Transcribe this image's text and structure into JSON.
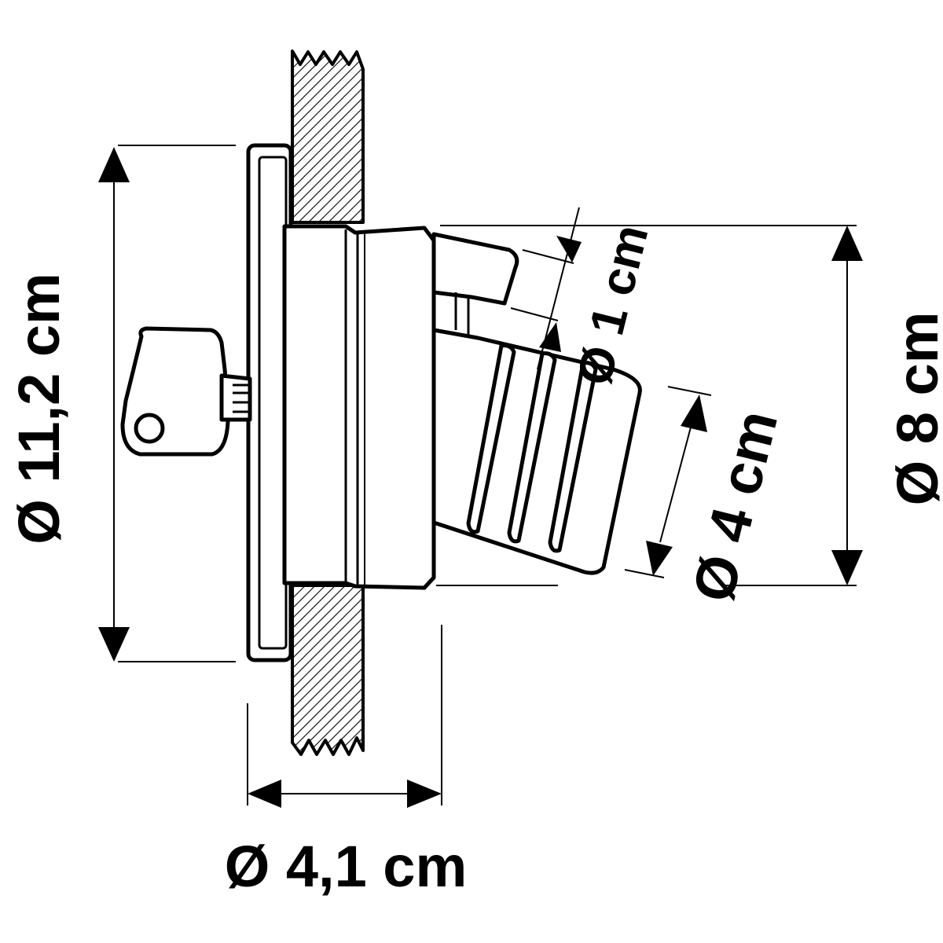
{
  "diagram": {
    "dimensions": {
      "flange_diameter": "Ø 11,2 cm",
      "depth": "Ø 4,1 cm",
      "hose_diameter": "Ø 4 cm",
      "vent_diameter": "Ø 1 cm",
      "body_diameter": "Ø 8 cm"
    },
    "colors": {
      "line": "#000000",
      "background": "#ffffff",
      "hatch": "#000000"
    }
  }
}
